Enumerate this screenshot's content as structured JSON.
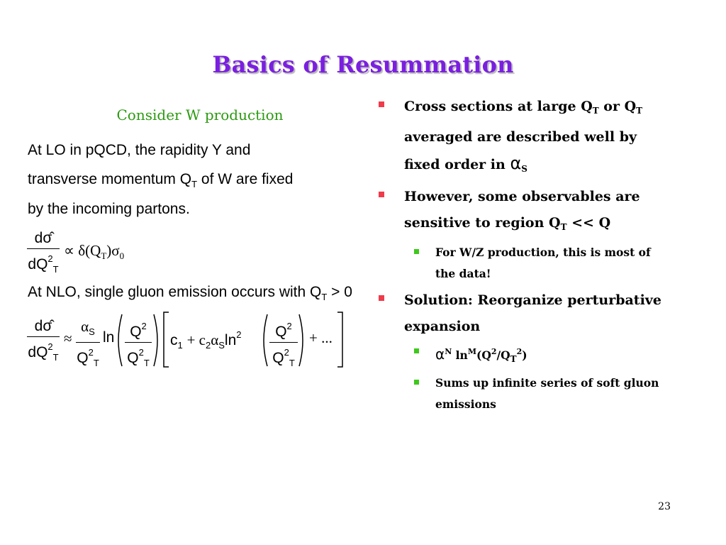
{
  "slide": {
    "title": "Basics of Resummation",
    "left_heading": "Consider W production",
    "paragraph_lo": {
      "line1": "At LO in pQCD, the rapidity Y and",
      "line2_a": "transverse momentum",
      "line2_q": "Q",
      "line2_t": "T",
      "line2_b": "of W are fixed",
      "line3": "by the incoming partons."
    },
    "eq1": {
      "num": "dσ̂",
      "den_d": "dQ",
      "den_sup": "2",
      "den_sub": "T",
      "rhs_a": "∝ δ(Q",
      "rhs_sub": "T",
      "rhs_b": ")σ",
      "rhs_sub2": "0"
    },
    "paragraph_nlo": {
      "text": "At NLO, single gluon emission occurs with Q",
      "sub": "T",
      "tail": "> 0"
    },
    "eq2": {
      "lhs_num": "dσ̂",
      "lhs_den": "dQ",
      "lhs_den_sup": "2",
      "lhs_den_sub": "T",
      "approx": "≈",
      "a_num": "α",
      "a_num_sub": "S",
      "a_den": "Q",
      "a_den_sup": "2",
      "a_den_sub": "T",
      "ln": "ln",
      "q_num": "Q",
      "q_num_sup": "2",
      "q_den": "Q",
      "q_den_sup": "2",
      "q_den_sub": "T",
      "c1": "c",
      "c1_sub": "1",
      "plus1": "+ c",
      "c2_sub": "2",
      "alpha2": "α",
      "alpha2_sub": "S",
      "ln2": "ln",
      "ln2_sup": "2",
      "q2_num": "Q",
      "q2_num_sup": "2",
      "q2_den": "Q",
      "q2_den_sup": "2",
      "q2_den_sub": "T",
      "tail": "+ ..."
    },
    "bullets": {
      "b1_a": "Cross sections at large Q",
      "b1_sub1": "T",
      "b1_b": " or Q",
      "b1_sub2": "T",
      "b1_c": "averaged are described well by fixed order in ",
      "b1_alpha": "α",
      "b1_alpha_sub": "S",
      "b2_a": "However, some observables are sensitive to region     Q",
      "b2_sub": "T",
      "b2_b": " << Q",
      "b2_1": "For W/Z production, this is most of the data!",
      "b3": "Solution: Reorganize perturbative expansion",
      "b3_1_alpha": "α",
      "b3_1_sup1": "N",
      "b3_1_ln": " ln",
      "b3_1_sup2": "M",
      "b3_1_a": "(Q",
      "b3_1_sup3": "2",
      "b3_1_b": "/Q",
      "b3_1_sub": "T",
      "b3_1_sup4": "2",
      "b3_1_c": ")",
      "b3_2": "Sums up infinite series of soft gluon emissions"
    },
    "page_number": "23",
    "colors": {
      "title": "#7a1fe0",
      "heading": "#2b9a10",
      "bullet_l1": "#ef3b4a",
      "bullet_l2": "#3ec81c"
    }
  }
}
